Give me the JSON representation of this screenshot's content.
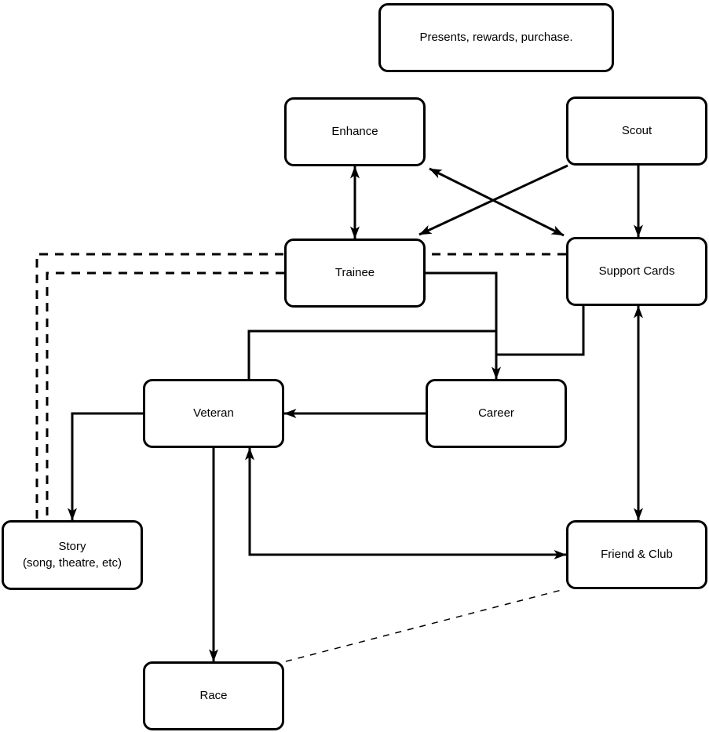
{
  "diagram": {
    "colors": {
      "stroke": "#000000",
      "background": "#ffffff",
      "node_fill": "#ffffff",
      "text": "#000000"
    },
    "nodes": {
      "presents": {
        "label": "Presents, rewards, purchase."
      },
      "enhance": {
        "label": "Enhance"
      },
      "scout": {
        "label": "Scout"
      },
      "trainee": {
        "label": "Trainee"
      },
      "support_cards": {
        "label": "Support Cards"
      },
      "veteran": {
        "label": "Veteran"
      },
      "career": {
        "label": "Career"
      },
      "story": {
        "label": "Story",
        "sublabel": "(song, theatre, etc)"
      },
      "friend_club": {
        "label": "Friend & Club"
      },
      "race": {
        "label": "Race"
      }
    },
    "edges": [
      {
        "from": "enhance",
        "to": "trainee",
        "style": "solid",
        "arrows": "both"
      },
      {
        "from": "scout",
        "to": "trainee",
        "style": "solid",
        "arrows": "end"
      },
      {
        "from": "enhance",
        "to": "support_cards",
        "style": "solid",
        "arrows": "both"
      },
      {
        "from": "scout",
        "to": "support_cards",
        "style": "solid",
        "arrows": "end"
      },
      {
        "from": "trainee",
        "to": "career",
        "style": "solid",
        "arrows": "end"
      },
      {
        "from": "support_cards",
        "to": "career",
        "style": "solid",
        "arrows": "none",
        "note": "joins the trainee-to-career line"
      },
      {
        "from": "veteran",
        "to": "career",
        "style": "solid",
        "arrows": "none",
        "note": "branch off the trainee-to-career line"
      },
      {
        "from": "career",
        "to": "veteran",
        "style": "solid",
        "arrows": "end"
      },
      {
        "from": "veteran",
        "to": "story",
        "style": "solid",
        "arrows": "end"
      },
      {
        "from": "veteran",
        "to": "race",
        "style": "solid",
        "arrows": "end"
      },
      {
        "from": "veteran",
        "to": "friend_club",
        "style": "solid",
        "arrows": "both"
      },
      {
        "from": "support_cards",
        "to": "friend_club",
        "style": "solid",
        "arrows": "both"
      },
      {
        "from": "support_cards",
        "to": "story",
        "style": "dashed",
        "arrows": "none"
      },
      {
        "from": "trainee",
        "to": "story",
        "style": "dashed",
        "arrows": "none"
      },
      {
        "from": "race",
        "to": "friend_club",
        "style": "dashed-thin",
        "arrows": "none"
      }
    ]
  }
}
